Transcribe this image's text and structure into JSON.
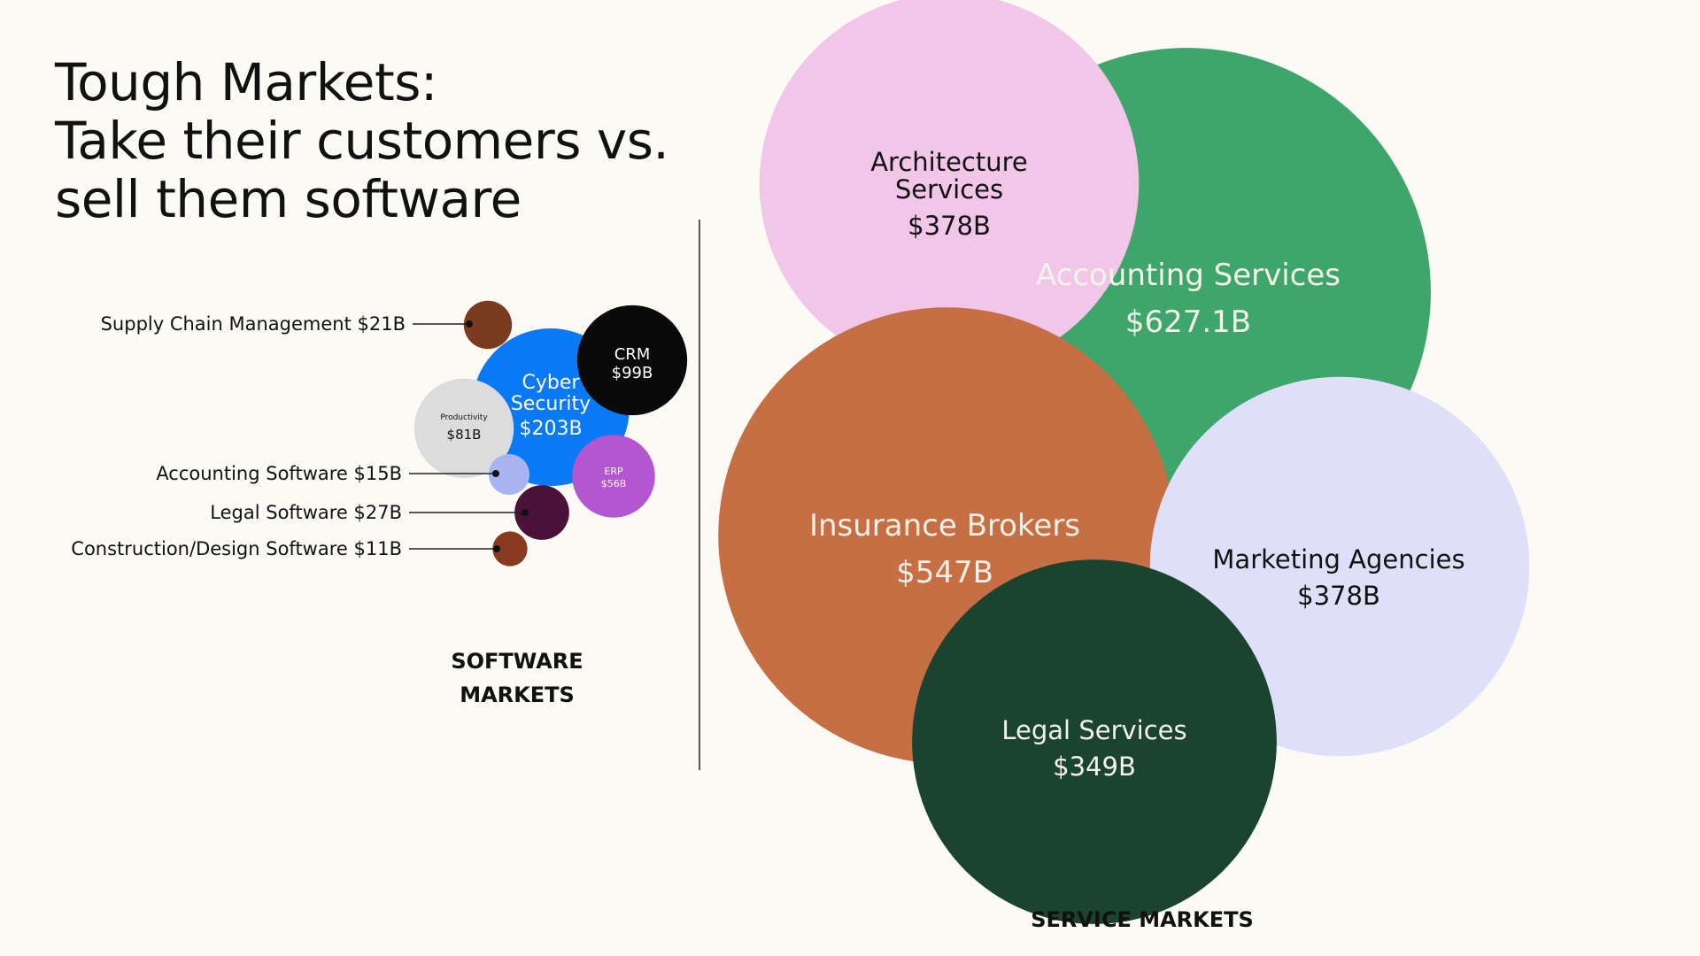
{
  "title": {
    "line1": "Tough Markets:",
    "line2": "Take their customers vs.",
    "line3": "sell them software"
  },
  "chart_data": [
    {
      "type": "bubble",
      "label": "SOFTWARE\nMARKETS",
      "unit": "$B",
      "items": [
        {
          "name": "Cyber Security",
          "value": 203,
          "value_label": "$203B",
          "color": "#0a79f5",
          "text_color": "#ffffff",
          "labeled": "inside"
        },
        {
          "name": "CRM",
          "value": 99,
          "value_label": "$99B",
          "color": "#0a0a0a",
          "text_color": "#ffffff",
          "labeled": "inside"
        },
        {
          "name": "Productivity",
          "value": 81,
          "value_label": "$81B",
          "color": "#dcdcdc",
          "text_color": "#111111",
          "labeled": "inside"
        },
        {
          "name": "ERP",
          "value": 56,
          "value_label": "$56B",
          "color": "#b556d1",
          "text_color": "#ffffff",
          "labeled": "inside"
        },
        {
          "name": "Supply Chain Management",
          "value": 21,
          "value_label": "$21B",
          "color": "#7a3b1e",
          "labeled": "callout"
        },
        {
          "name": "Accounting Software",
          "value": 15,
          "value_label": "$15B",
          "color": "#a8b4f0",
          "labeled": "callout"
        },
        {
          "name": "Legal Software",
          "value": 27,
          "value_label": "$27B",
          "color": "#4a1238",
          "labeled": "callout"
        },
        {
          "name": "Construction/Design Software",
          "value": 11,
          "value_label": "$11B",
          "color": "#8a3a1e",
          "labeled": "callout"
        }
      ]
    },
    {
      "type": "bubble",
      "label": "SERVICE MARKETS",
      "unit": "$B",
      "items": [
        {
          "name": "Accounting Services",
          "value": 627.1,
          "value_label": "$627.1B",
          "color": "#3ea66b",
          "text_color": "#f3f3ea"
        },
        {
          "name": "Architecture\nServices",
          "value": 378,
          "value_label": "$378B",
          "color": "#f2c6e8",
          "text_color": "#111111"
        },
        {
          "name": "Insurance Brokers",
          "value": 547,
          "value_label": "$547B",
          "color": "#c66f45",
          "text_color": "#f6efe6"
        },
        {
          "name": "Marketing Agencies",
          "value": 378,
          "value_label": "$378B",
          "color": "#dfdff9",
          "text_color": "#111111"
        },
        {
          "name": "Legal Services",
          "value": 349,
          "value_label": "$349B",
          "color": "#1b4430",
          "text_color": "#f3f3ea"
        }
      ]
    }
  ]
}
